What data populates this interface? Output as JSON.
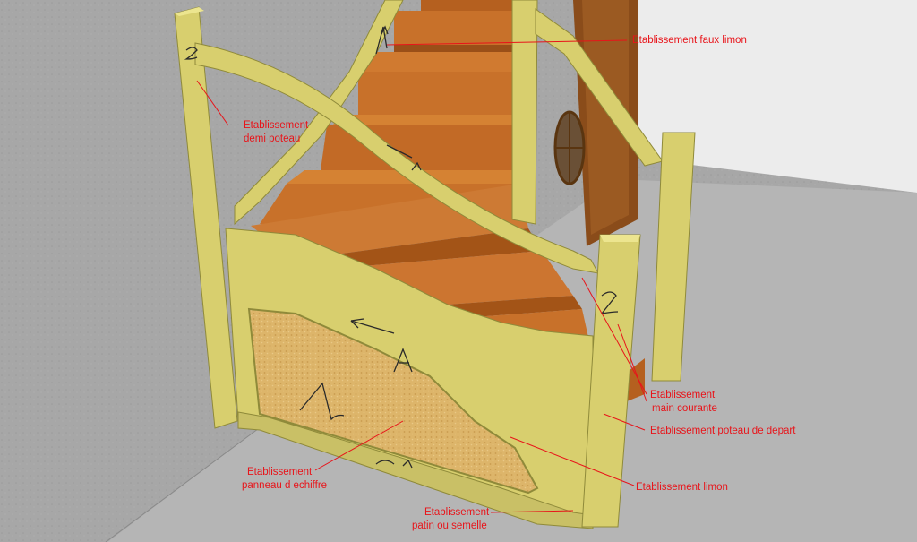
{
  "colors": {
    "wall": "#a9a9a9",
    "floor": "#b4b4b4",
    "white_wall": "#ececec",
    "wood_light": "#d8cf6e",
    "wood_edge": "#8f8a3a",
    "tread": "#c8712a",
    "tread_dark": "#9a4f18",
    "panel": "#dcb468",
    "door": "#8a4c1a",
    "label": "#e8141a"
  },
  "labels": {
    "faux_limon": "Etablissement faux limon",
    "demi_poteau": [
      "Etablissement",
      "demi poteau"
    ],
    "main_courante": [
      "Etablissement",
      "main courante"
    ],
    "poteau_depart": "Etablissement poteau de depart",
    "limon": "Etablissement limon",
    "echiffre": [
      "Etablissement",
      "panneau d echiffre"
    ],
    "patin": [
      "Etablissement",
      "patin ou semelle"
    ]
  }
}
